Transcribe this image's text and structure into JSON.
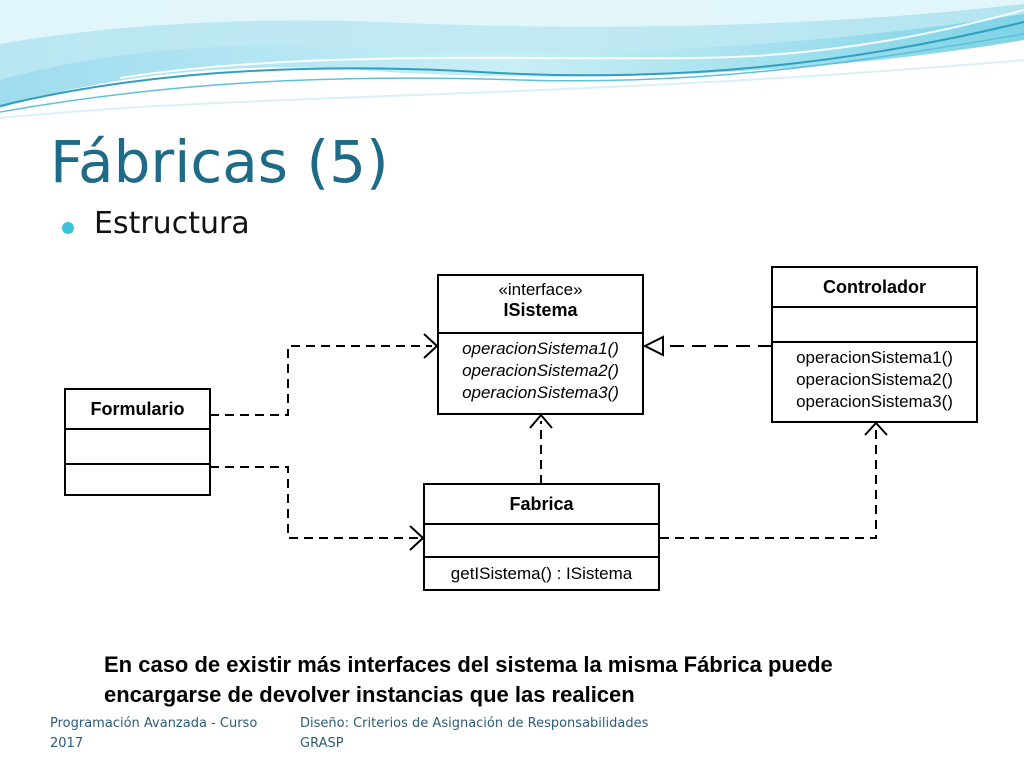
{
  "slide": {
    "title": "Fábricas (5)",
    "bullet": "Estructura",
    "note": {
      "line1": "En caso de existir más interfaces del sistema la misma Fábrica puede",
      "line2": "encargarse de devolver instancias que las realicen"
    },
    "footer": {
      "left_line1": "Programación Avanzada - Curso",
      "left_line2": "2017",
      "right_line1": "Diseño: Criterios de Asignación de Responsabilidades",
      "right_line2": "GRASP"
    }
  },
  "diagram": {
    "interface": {
      "stereotype": "«interface»",
      "name": "ISistema",
      "operations": [
        "operacionSistema1()",
        "operacionSistema2()",
        "operacionSistema3()"
      ]
    },
    "controlador": {
      "name": "Controlador",
      "operations": [
        "operacionSistema1()",
        "operacionSistema2()",
        "operacionSistema3()"
      ]
    },
    "formulario": {
      "name": "Formulario"
    },
    "fabrica": {
      "name": "Fabrica",
      "operations": [
        "getISistema() : ISistema"
      ]
    }
  },
  "colors": {
    "title": "#1f6b87",
    "bullet": "#3ec4d8",
    "footer": "#2c5c7a",
    "header_light": "#bfe9f3",
    "header_mid": "#6fcbe0",
    "header_dark": "#2f9fc0"
  }
}
